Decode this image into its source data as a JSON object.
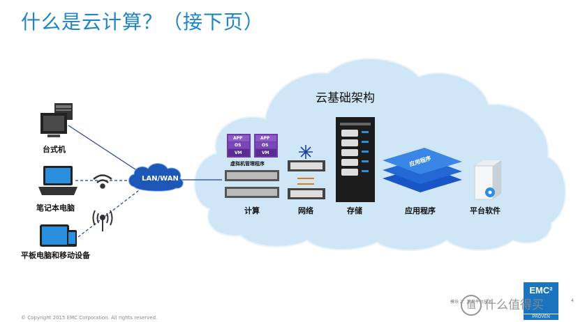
{
  "title": "什么是云计算？（接下页）",
  "cloud": {
    "title": "云基础架构",
    "hypervisor_label": "虚拟机管理程序",
    "app_text": "APP",
    "os_text": "OS",
    "vm_text": "VM",
    "apps_card_text": "应用程序",
    "labels": {
      "compute": "计算",
      "network": "网络",
      "storage": "存储",
      "apps": "应用程序",
      "platform": "平台软件"
    }
  },
  "network_hub": "LAN/WAN",
  "devices": {
    "desktop": "台式机",
    "laptop": "笔记本电脑",
    "tablet": "平板电脑和移动设备"
  },
  "footer": {
    "copyright": "© Copyright 2015 EMC Corporation. All rights reserved.",
    "module": "模块 2：第三平台技术",
    "page": "4"
  },
  "logo": {
    "line1": "EMC²",
    "line2": "PROVEN"
  },
  "watermark": "什么值得买",
  "colors": {
    "title": "#1c86c8",
    "cloud": "#cfe6f7",
    "link": "#1c3f9e"
  }
}
